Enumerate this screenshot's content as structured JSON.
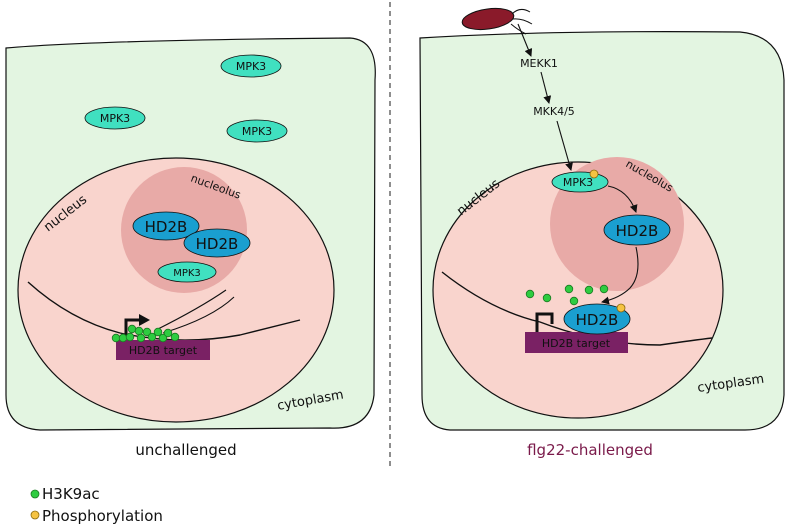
{
  "colors": {
    "cell_fill": "#e3f5e1",
    "nucleus_fill": "#f9d4cd",
    "nucleolus_fill": "#e8aaa7",
    "mpk3_fill": "#40e0c0",
    "hd2b_fill": "#1a9fd0",
    "target_fill": "#7a2164",
    "acetyl_green": "#2ecc40",
    "phospho_yellow": "#f5c342",
    "challenged_text": "#7a1a4a",
    "bacterium": "#8a1a2a"
  },
  "left_panel": {
    "compartments": {
      "nucleus": "nucleus",
      "nucleolus": "nucleolus",
      "cytoplasm": "cytoplasm"
    },
    "proteins": {
      "mpk3_a": "MPK3",
      "mpk3_b": "MPK3",
      "mpk3_c": "MPK3",
      "mpk3_nucleolus": "MPK3",
      "hd2b_a": "HD2B",
      "hd2b_b": "HD2B"
    },
    "target_gene": "HD2B target",
    "condition": "unchallenged"
  },
  "right_panel": {
    "compartments": {
      "nucleus": "nucleus",
      "nucleolus": "nucleolus",
      "cytoplasm": "cytoplasm"
    },
    "kinases": {
      "mekk1": "MEKK1",
      "mkk45": "MKK4/5"
    },
    "proteins": {
      "mpk3": "MPK3",
      "hd2b_nucleolus": "HD2B",
      "hd2b_chromatin": "HD2B"
    },
    "target_gene": "HD2B target",
    "condition": "flg22-challenged"
  },
  "legend": {
    "h3k9ac": "H3K9ac",
    "phosphorylation": "Phosphorylation"
  }
}
